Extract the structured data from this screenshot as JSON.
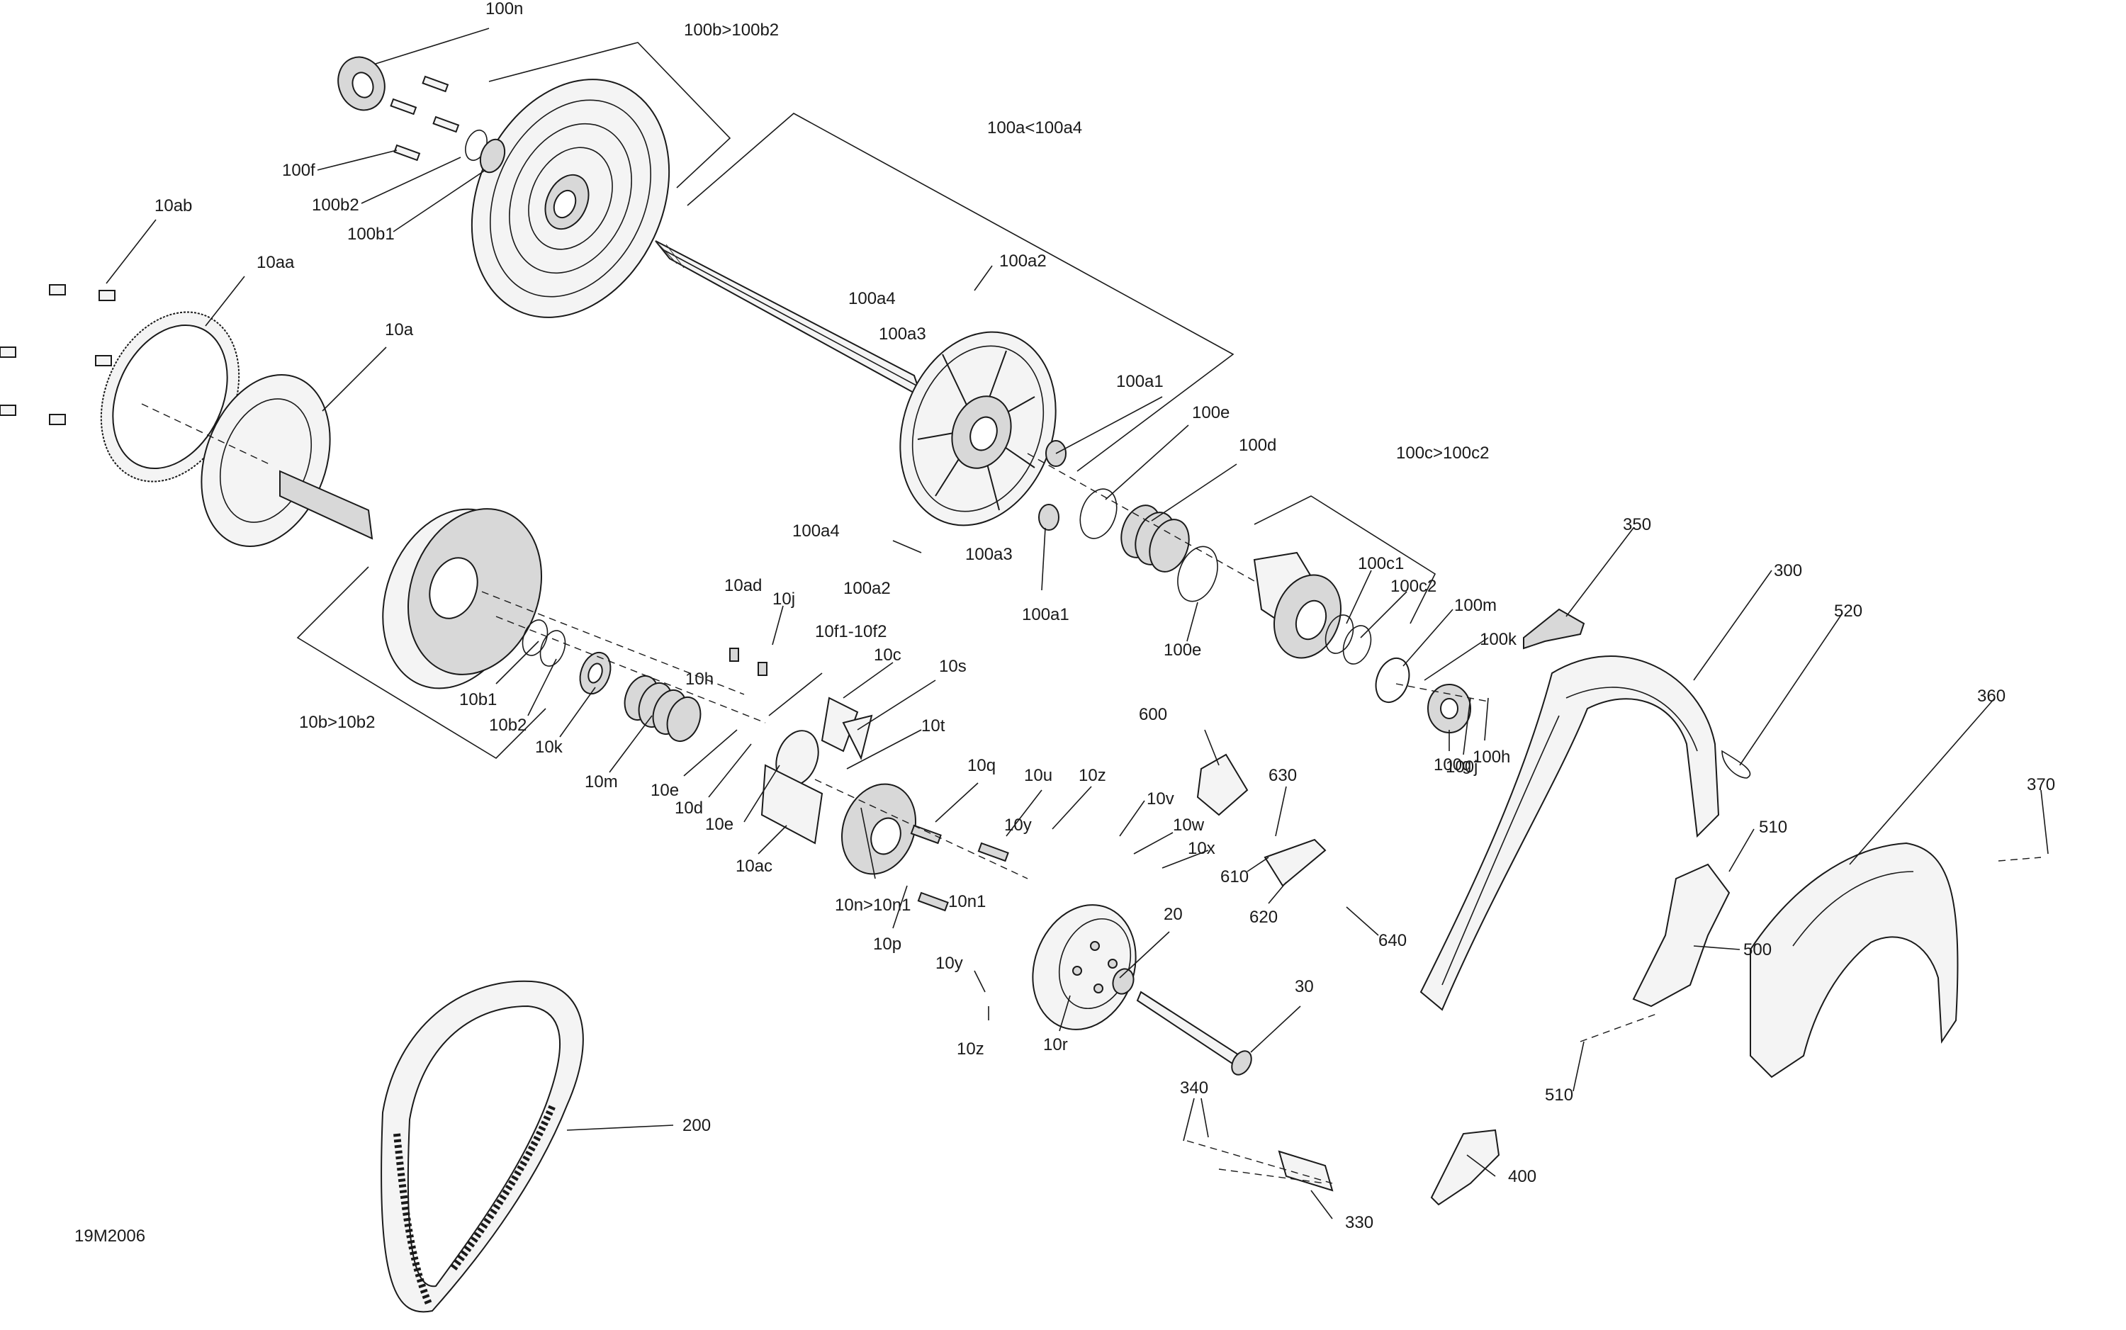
{
  "diagram": {
    "drawing_id": "19M2006",
    "colors": {
      "line": "#1a1a1a",
      "part_fill": "#f4f4f4",
      "shade": "#d8d8d8",
      "background": "#ffffff"
    },
    "labels": {
      "l100n": "100n",
      "l100b_100b2_top": "100b>100b2",
      "l100f": "100f",
      "l100b2_top": "100b2",
      "l100b1_top": "100b1",
      "l100a_100a4": "100a<100a4",
      "l10ab": "10ab",
      "l10aa": "10aa",
      "l100a2_top": "100a2",
      "l100a4_top": "100a4",
      "l100a3_top": "100a3",
      "l10a": "10a",
      "l100a1_right": "100a1",
      "l100e_top": "100e",
      "l100d": "100d",
      "l100c_100c2": "100c>100c2",
      "l100a4_mid": "100a4",
      "l100a3_mid": "100a3",
      "l100a2_mid": "100a2",
      "l100a1_bot": "100a1",
      "l10ad": "10ad",
      "l10j": "10j",
      "l10f1_10f2": "10f1-10f2",
      "l10c": "10c",
      "l10h": "10h",
      "l10s": "10s",
      "l10b1": "10b1",
      "l10b2": "10b2",
      "l10b_10b2": "10b>10b2",
      "l10k": "10k",
      "l10m": "10m",
      "l10e_a": "10e",
      "l10d": "10d",
      "l10e_b": "10e",
      "l10t": "10t",
      "l10ac": "10ac",
      "l10q": "10q",
      "l10u": "10u",
      "l10z_top": "10z",
      "l10y_top": "10y",
      "l10v": "10v",
      "l10w": "10w",
      "l10x": "10x",
      "l10n_10n1": "10n>10n1",
      "l10n1": "10n1",
      "l10p": "10p",
      "l10y_bot": "10y",
      "l10z_bot": "10z",
      "l10r": "10r",
      "l20": "20",
      "l30": "30",
      "l600": "600",
      "l630": "630",
      "l610": "610",
      "l620": "620",
      "l640": "640",
      "l100c1": "100c1",
      "l100c2": "100c2",
      "l100m": "100m",
      "l100k": "100k",
      "l100e_bot": "100e",
      "l100g": "100g",
      "l100j": "100j",
      "l100h": "100h",
      "l350": "350",
      "l300": "300",
      "l520": "520",
      "l360": "360",
      "l370": "370",
      "l510_top": "510",
      "l500": "500",
      "l510_bot": "510",
      "l340": "340",
      "l330": "330",
      "l400": "400",
      "l200": "200"
    }
  }
}
